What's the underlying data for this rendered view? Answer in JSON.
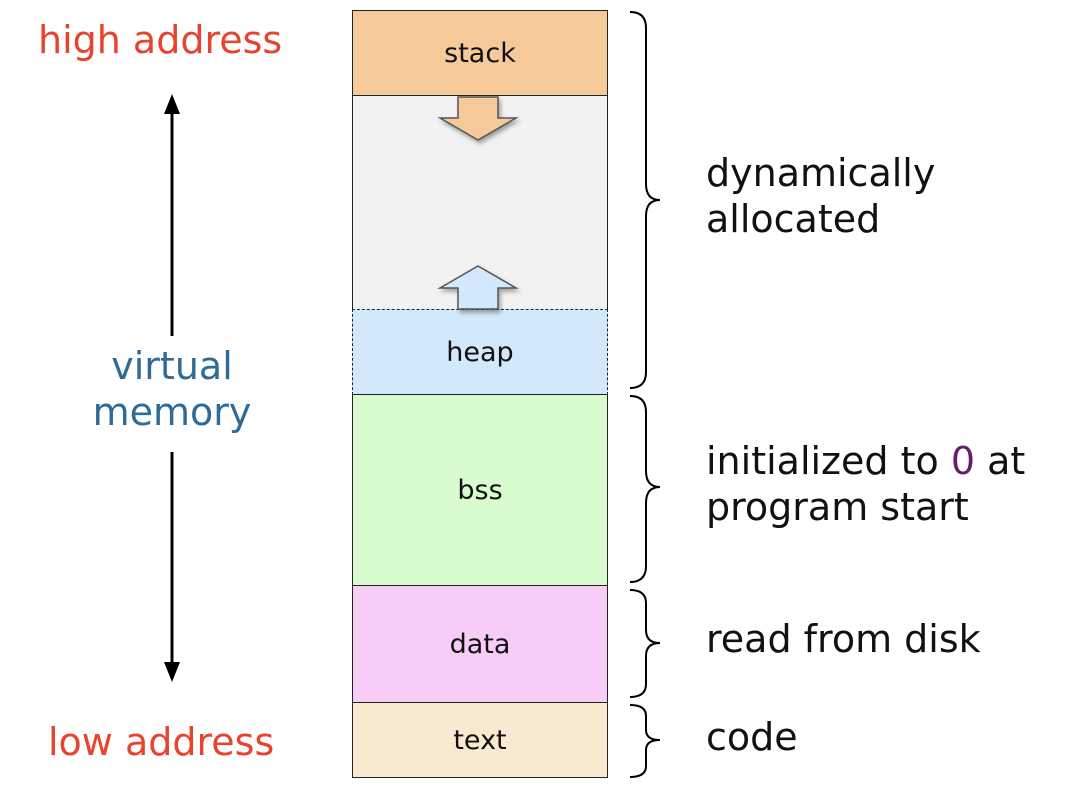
{
  "labels": {
    "high_address": "high address",
    "low_address": "low address",
    "virtual_memory_line1": "virtual",
    "virtual_memory_line2": "memory"
  },
  "segments": {
    "stack": "stack",
    "heap": "heap",
    "bss": "bss",
    "data": "data",
    "text": "text"
  },
  "descriptions": {
    "dynamic_line1": "dynamically",
    "dynamic_line2": "allocated",
    "bss_line1_prefix": "initialized to ",
    "bss_line1_zero": "0",
    "bss_line1_suffix": " at",
    "bss_line2": "program start",
    "data": "read from disk",
    "text": "code"
  },
  "colors": {
    "address_label": "#e8432e",
    "virtual_memory_label": "#2f6b98",
    "stack_fill": "#f6c99b",
    "free_fill": "#f2f2f2",
    "heap_fill": "#d4e8fb",
    "bss_fill": "#d8fbd0",
    "data_fill": "#f7cdf7",
    "text_fill": "#f8ead0",
    "zero_highlight": "#6a1b6a"
  }
}
